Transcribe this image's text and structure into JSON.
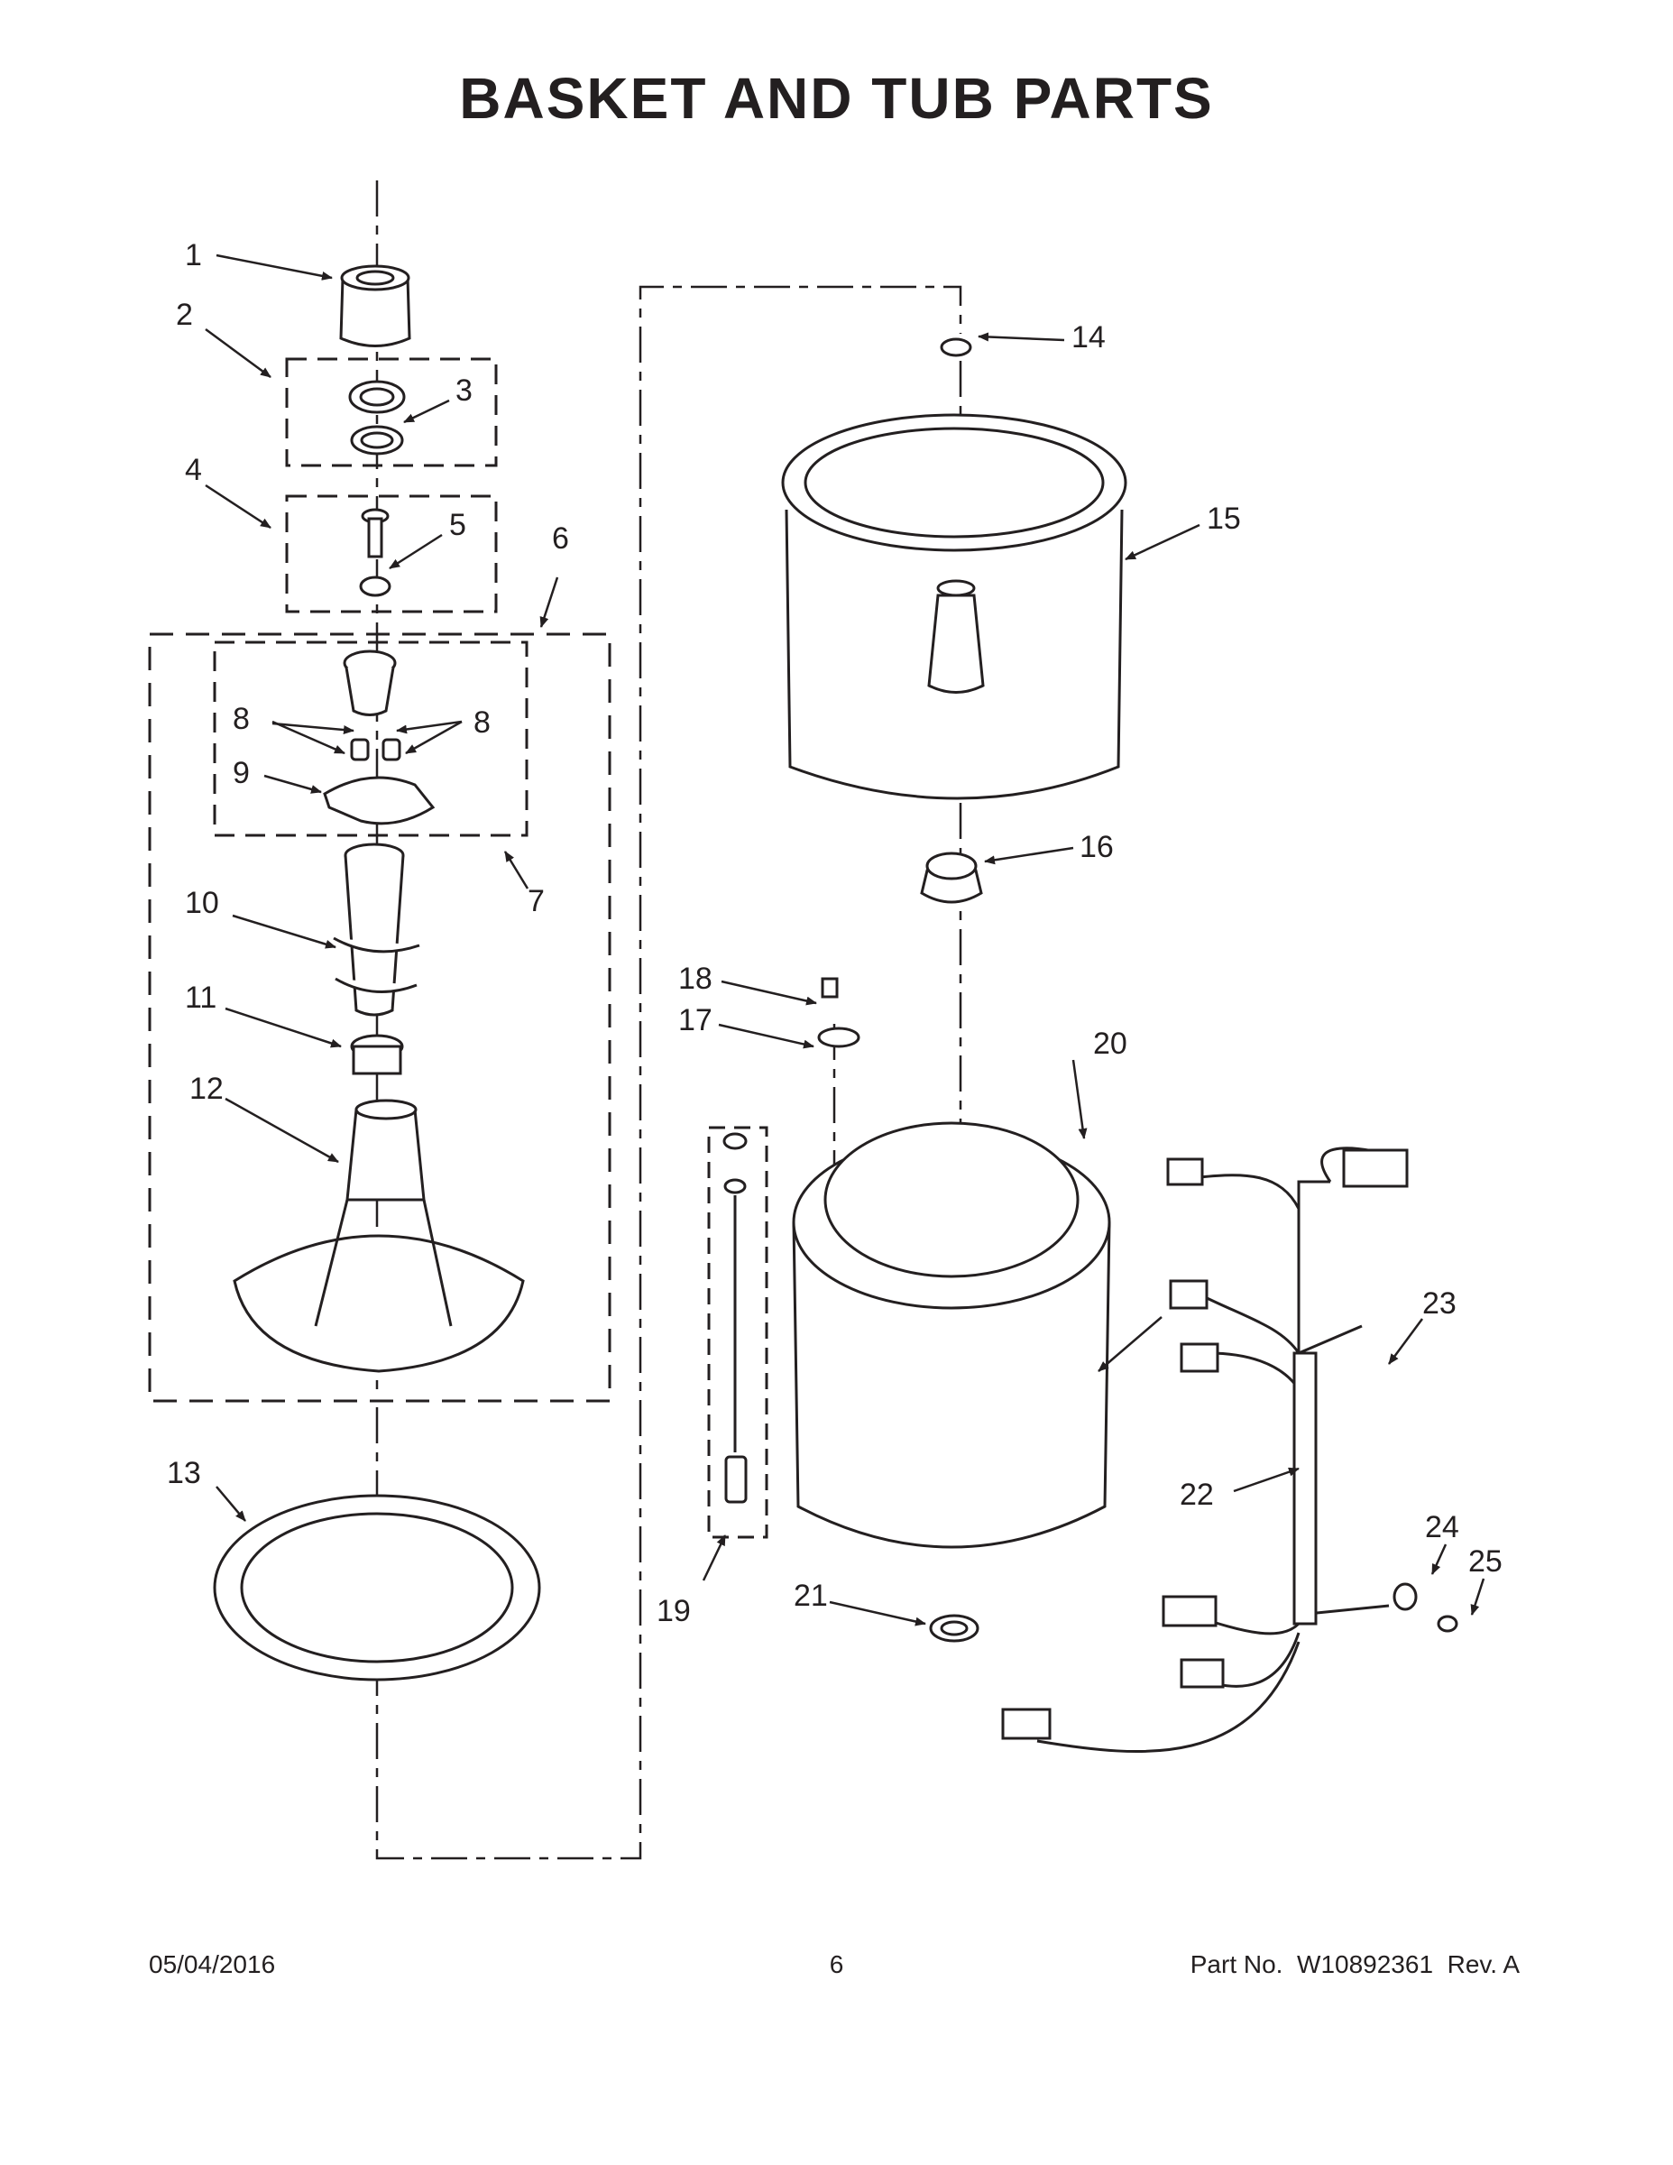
{
  "title": "BASKET AND TUB PARTS",
  "callouts": [
    "1",
    "2",
    "3",
    "4",
    "5",
    "6",
    "7",
    "8",
    "8",
    "9",
    "10",
    "11",
    "12",
    "13",
    "14",
    "15",
    "16",
    "17",
    "18",
    "19",
    "20",
    "21",
    "22",
    "23",
    "24",
    "25"
  ],
  "footer": {
    "date": "05/04/2016",
    "page": "6",
    "part_label": "Part No.",
    "part_number": "W10892361",
    "revision": "Rev. A"
  }
}
